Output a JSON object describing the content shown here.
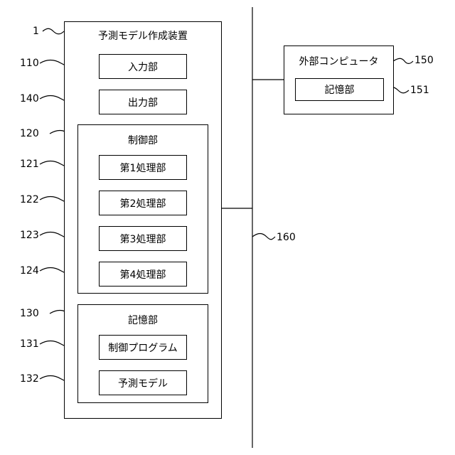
{
  "device": {
    "title": "予測モデル作成装置",
    "ref": "1",
    "input_unit": {
      "label": "入力部",
      "ref": "110"
    },
    "output_unit": {
      "label": "出力部",
      "ref": "140"
    },
    "control_unit": {
      "label": "制御部",
      "ref": "120",
      "processors": [
        {
          "label": "第1処理部",
          "ref": "121"
        },
        {
          "label": "第2処理部",
          "ref": "122"
        },
        {
          "label": "第3処理部",
          "ref": "123"
        },
        {
          "label": "第4処理部",
          "ref": "124"
        }
      ]
    },
    "storage_unit": {
      "label": "記憶部",
      "ref": "130",
      "items": [
        {
          "label": "制御プログラム",
          "ref": "131"
        },
        {
          "label": "予測モデル",
          "ref": "132"
        }
      ]
    }
  },
  "external_computer": {
    "title": "外部コンピュータ",
    "ref": "150",
    "storage": {
      "label": "記憶部",
      "ref": "151"
    }
  },
  "network": {
    "ref": "160"
  }
}
